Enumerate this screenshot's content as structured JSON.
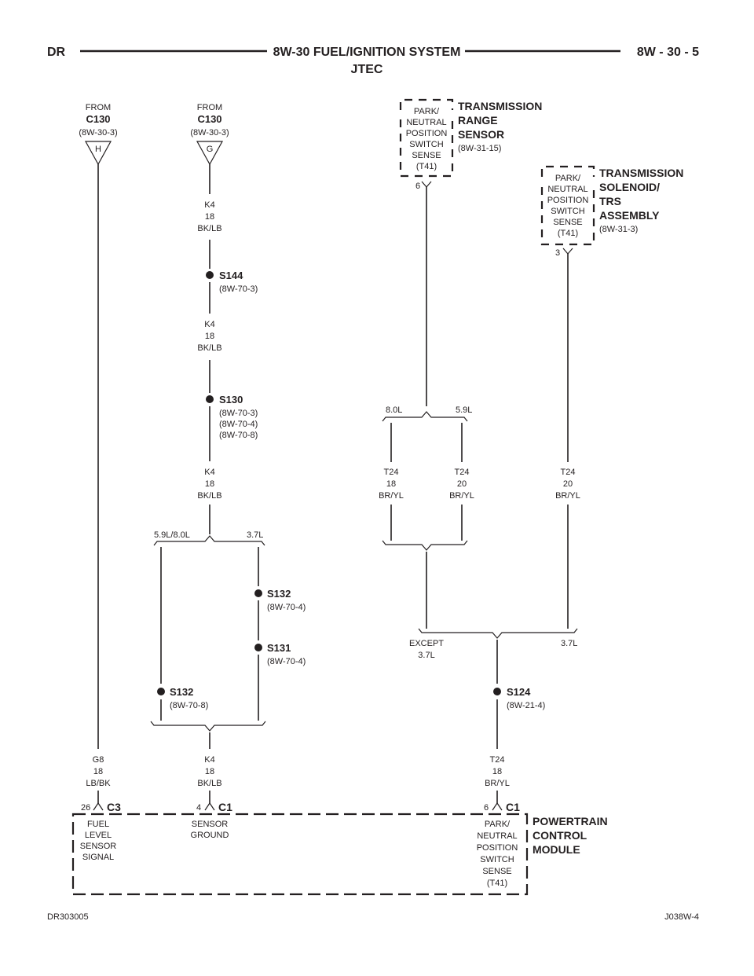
{
  "header": {
    "left": "DR",
    "title": "8W-30 FUEL/IGNITION SYSTEM",
    "subtitle": "JTEC",
    "right": "8W - 30 - 5"
  },
  "footer": {
    "left": "DR303005",
    "right": "J038W-4"
  },
  "from_h": {
    "from": "FROM",
    "connector": "C130",
    "ref": "(8W-30-3)",
    "pin": "H"
  },
  "from_g": {
    "from": "FROM",
    "connector": "C130",
    "ref": "(8W-30-3)",
    "pin": "G"
  },
  "trs_sensor": {
    "box_lines": [
      "PARK/",
      "NEUTRAL",
      "POSITION",
      "SWITCH",
      "SENSE",
      "(T41)"
    ],
    "title_lines": [
      "TRANSMISSION",
      "RANGE",
      "SENSOR"
    ],
    "ref": "(8W-31-15)",
    "pin": "6"
  },
  "trs_assembly": {
    "box_lines": [
      "PARK/",
      "NEUTRAL",
      "POSITION",
      "SWITCH",
      "SENSE",
      "(T41)"
    ],
    "title_lines": [
      "TRANSMISSION",
      "SOLENOID/",
      "TRS",
      "ASSEMBLY"
    ],
    "ref": "(8W-31-3)",
    "pin": "3"
  },
  "wires": {
    "k4_a": [
      "K4",
      "18",
      "BK/LB"
    ],
    "k4_b": [
      "K4",
      "18",
      "BK/LB"
    ],
    "k4_c": [
      "K4",
      "18",
      "BK/LB"
    ],
    "k4_d": [
      "K4",
      "18",
      "BK/LB"
    ],
    "t24_a": [
      "T24",
      "18",
      "BR/YL"
    ],
    "t24_b": [
      "T24",
      "20",
      "BR/YL"
    ],
    "t24_c": [
      "T24",
      "20",
      "BR/YL"
    ],
    "t24_d": [
      "T24",
      "18",
      "BR/YL"
    ],
    "g8": [
      "G8",
      "18",
      "LB/BK"
    ]
  },
  "splices": {
    "s144": {
      "name": "S144",
      "refs": [
        "(8W-70-3)"
      ]
    },
    "s130": {
      "name": "S130",
      "refs": [
        "(8W-70-3)",
        "(8W-70-4)",
        "(8W-70-8)"
      ]
    },
    "s132a": {
      "name": "S132",
      "refs": [
        "(8W-70-4)"
      ]
    },
    "s131": {
      "name": "S131",
      "refs": [
        "(8W-70-4)"
      ]
    },
    "s132b": {
      "name": "S132",
      "refs": [
        "(8W-70-8)"
      ]
    },
    "s124": {
      "name": "S124",
      "refs": [
        "(8W-21-4)"
      ]
    }
  },
  "options": {
    "k4_left": "5.9L/8.0L",
    "k4_right": "3.7L",
    "t24_left": "8.0L",
    "t24_right": "5.9L",
    "pcm_left": [
      "EXCEPT",
      "3.7L"
    ],
    "pcm_right": "3.7L"
  },
  "pcm": {
    "title_lines": [
      "POWERTRAIN",
      "CONTROL",
      "MODULE"
    ],
    "c3": {
      "pin": "26",
      "connector": "C3",
      "lines": [
        "FUEL",
        "LEVEL",
        "SENSOR",
        "SIGNAL"
      ]
    },
    "c1a": {
      "pin": "4",
      "connector": "C1",
      "lines": [
        "SENSOR",
        "GROUND"
      ]
    },
    "c1b": {
      "pin": "6",
      "connector": "C1",
      "lines": [
        "PARK/",
        "NEUTRAL",
        "POSITION",
        "SWITCH",
        "SENSE",
        "(T41)"
      ]
    }
  }
}
